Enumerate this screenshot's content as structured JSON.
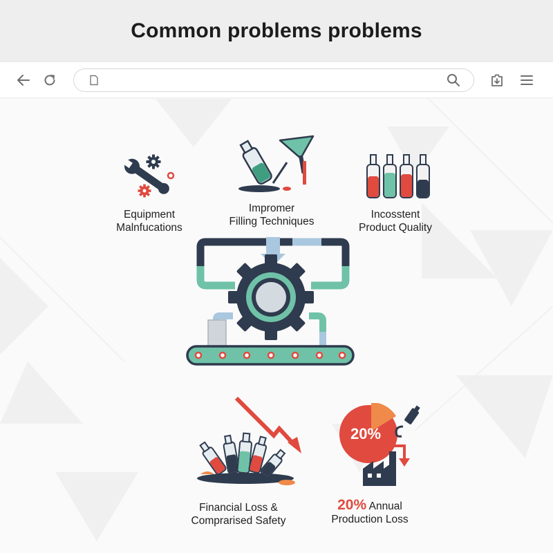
{
  "page": {
    "title": "Common problems problems"
  },
  "browser": {
    "address_value": ""
  },
  "problems": [
    {
      "id": "equipment",
      "line1": "Equipment",
      "line2": "Malnfucations"
    },
    {
      "id": "filling",
      "line1": "Impromer",
      "line2": "Filling Techniques"
    },
    {
      "id": "quality",
      "line1": "Incosstent",
      "line2": "Product Quality"
    }
  ],
  "consequences": [
    {
      "id": "financial",
      "line1": "Financial Loss &",
      "line2": "Comprarised Safety"
    },
    {
      "id": "production",
      "percent": "20%",
      "line1_rest": " Annual",
      "line2": "Production Loss"
    }
  ],
  "pie_label": "20%",
  "colors": {
    "navy": "#2f3b4e",
    "teal": "#6fc2a7",
    "red": "#e04a3f",
    "orange": "#ef8a4a",
    "light_blue": "#a9c7de"
  }
}
